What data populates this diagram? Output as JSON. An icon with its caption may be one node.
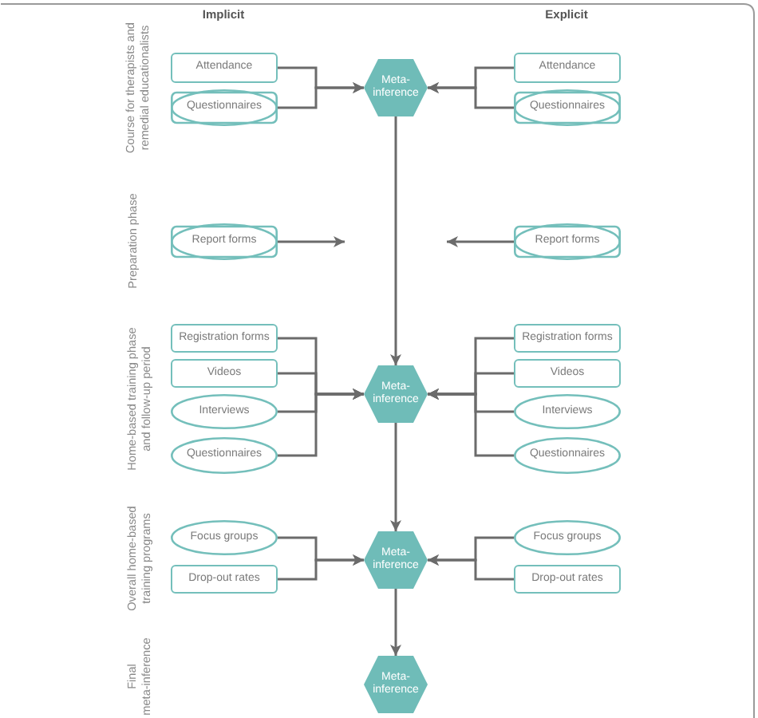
{
  "diagram": {
    "nodes": [
      {
        "text": [
          "Attendance"
        ]
      },
      {
        "text": [
          "Questionnaires"
        ]
      },
      {
        "text": [
          "Meta-inference"
        ]
      },
      {
        "text": [
          "Attendance"
        ]
      },
      {
        "text": [
          "Questionnaires"
        ]
      },
      {
        "text": [
          "Report forms"
        ]
      },
      {
        "text": [
          "Report forms"
        ]
      },
      {
        "text": [
          "Registration forms"
        ]
      },
      {
        "text": [
          "Videos"
        ]
      },
      {
        "text": [
          "Interviews"
        ]
      },
      {
        "text": [
          "Questionnaires"
        ]
      },
      {
        "text": [
          "Meta-inference"
        ]
      },
      {
        "text": [
          "Registration forms"
        ]
      },
      {
        "text": [
          "Videos"
        ]
      },
      {
        "text": [
          "Interviews"
        ]
      },
      {
        "text": [
          "Questionnaires"
        ]
      },
      {
        "text": [
          "Focus groups"
        ]
      },
      {
        "text": [
          "Drop-out rates"
        ]
      },
      {
        "text": [
          "Meta-inference"
        ]
      },
      {
        "text": [
          "Focus groups"
        ]
      },
      {
        "text": [
          "Drop-out rates"
        ]
      },
      {
        "text": [
          "Meta-inference"
        ]
      }
    ],
    "edges": [
      {
        "from": 0,
        "to": 2,
        "arrow": "to"
      },
      {
        "from": 1,
        "to": 2,
        "arrow": "to"
      },
      {
        "from": 3,
        "to": 2,
        "arrow": "to"
      },
      {
        "from": 4,
        "to": 2,
        "arrow": "to"
      },
      {
        "from": 2,
        "to": 11,
        "arrow": "to"
      },
      {
        "from": 5,
        "to": null,
        "arrow": "to"
      },
      {
        "from": 6,
        "to": null,
        "arrow": "to"
      },
      {
        "from": 7,
        "to": 11,
        "arrow": "to"
      },
      {
        "from": 8,
        "to": 11,
        "arrow": "to"
      },
      {
        "from": 9,
        "to": 11,
        "arrow": "to"
      },
      {
        "from": 10,
        "to": 11,
        "arrow": "to"
      },
      {
        "from": 12,
        "to": 11,
        "arrow": "to"
      },
      {
        "from": 13,
        "to": 11,
        "arrow": "to"
      },
      {
        "from": 14,
        "to": 11,
        "arrow": "to"
      },
      {
        "from": 15,
        "to": 11,
        "arrow": "to"
      },
      {
        "from": 11,
        "to": 18,
        "arrow": "to"
      },
      {
        "from": 16,
        "to": 18,
        "arrow": "to"
      },
      {
        "from": 17,
        "to": 18,
        "arrow": "to"
      },
      {
        "from": 19,
        "to": 18,
        "arrow": "to"
      },
      {
        "from": 20,
        "to": 18,
        "arrow": "to"
      },
      {
        "from": 18,
        "to": 21,
        "arrow": "to"
      }
    ],
    "labels": [
      "Implicit",
      "Explicit",
      "Course for therapists and remedial educationalists",
      "Preparation phase",
      "Home-based training phase and follow-up period",
      "Overall home-based training programs",
      "Final meta-inference"
    ]
  }
}
